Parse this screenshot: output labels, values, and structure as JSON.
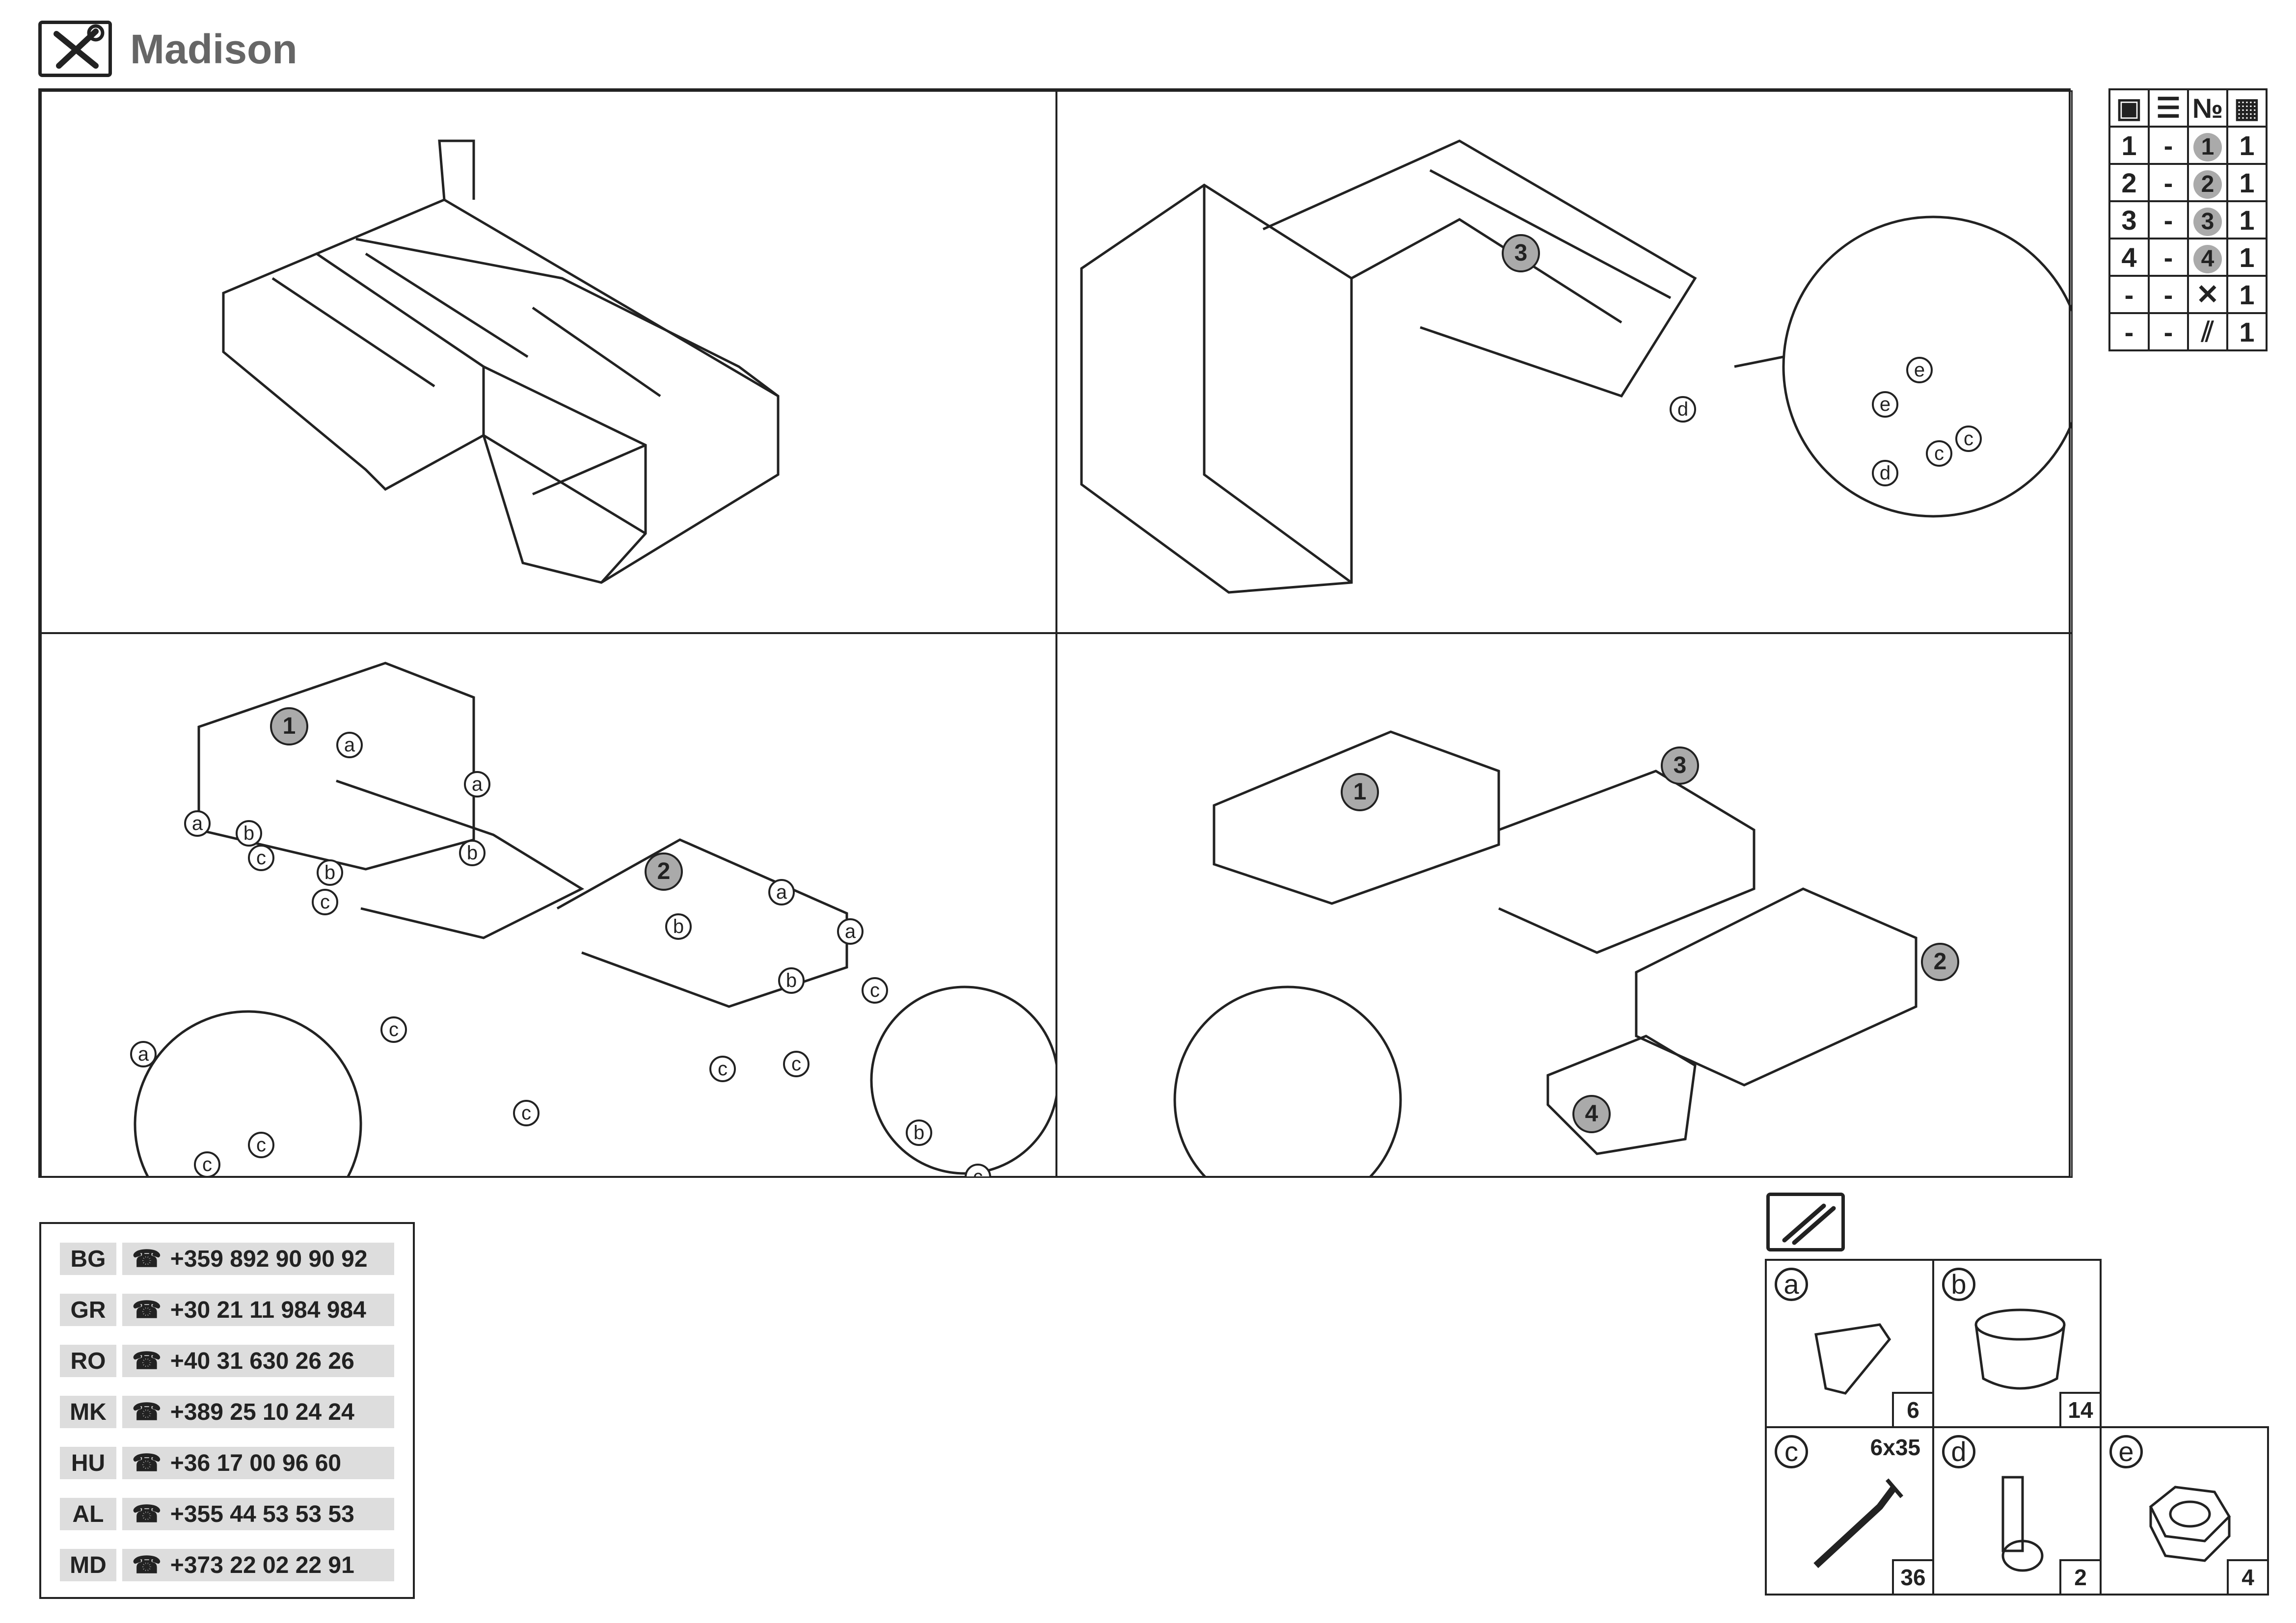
{
  "header": {
    "title": "Madison",
    "icon": "tools-icon"
  },
  "steps": {
    "s1": "1",
    "s2": "2",
    "s3": "3",
    "s4": "4"
  },
  "labels": {
    "a": "a",
    "b": "b",
    "c": "c",
    "d": "d",
    "e": "e"
  },
  "parts_table": {
    "header_icons": [
      "box-icon",
      "stack-icon",
      "number-sign",
      "pieces-icon"
    ],
    "number_header": "№",
    "rows": [
      {
        "pkg": "1",
        "dash": "-",
        "num": "1",
        "qty": "1",
        "num_type": "circle"
      },
      {
        "pkg": "2",
        "dash": "-",
        "num": "2",
        "qty": "1",
        "num_type": "circle"
      },
      {
        "pkg": "3",
        "dash": "-",
        "num": "3",
        "qty": "1",
        "num_type": "circle"
      },
      {
        "pkg": "4",
        "dash": "-",
        "num": "4",
        "qty": "1",
        "num_type": "circle"
      },
      {
        "pkg": "-",
        "dash": "-",
        "num": "tools-icon",
        "qty": "1",
        "num_type": "icon"
      },
      {
        "pkg": "-",
        "dash": "-",
        "num": "hardware-icon",
        "qty": "1",
        "num_type": "icon"
      }
    ]
  },
  "phones": [
    {
      "code": "BG",
      "number": "+359 892 90 90 92"
    },
    {
      "code": "GR",
      "number": "+30 21 11 984 984"
    },
    {
      "code": "RO",
      "number": "+40 31 630 26 26"
    },
    {
      "code": "MK",
      "number": "+389 25 10 24 24"
    },
    {
      "code": "HU",
      "number": "+36 17 00 96 60"
    },
    {
      "code": "AL",
      "number": "+355 44 53 53 53"
    },
    {
      "code": "MD",
      "number": "+373 22 02 22 91"
    }
  ],
  "phone_icon": "☎",
  "hardware": [
    {
      "letter": "a",
      "qty": "6",
      "size": ""
    },
    {
      "letter": "b",
      "qty": "14",
      "size": ""
    },
    {
      "letter": "c",
      "qty": "36",
      "size": "6x35"
    },
    {
      "letter": "d",
      "qty": "2",
      "size": ""
    },
    {
      "letter": "e",
      "qty": "4",
      "size": ""
    }
  ]
}
